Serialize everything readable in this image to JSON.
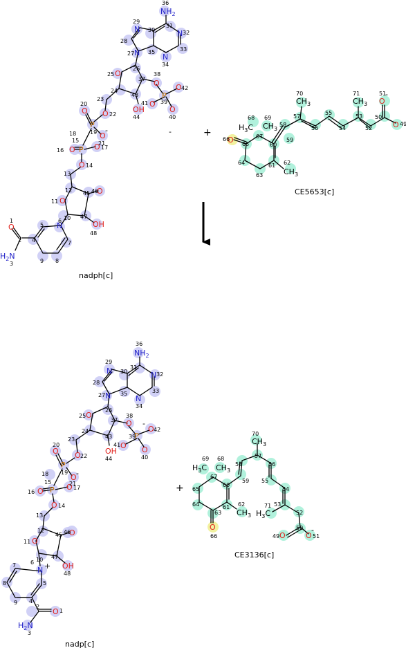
{
  "reaction": {
    "plus_symbol": "+",
    "arrow_direction": "down",
    "reactants": [
      {
        "label": "nadph[c]"
      },
      {
        "label": "CE5653[c]"
      }
    ],
    "products": [
      {
        "label": "nadp[c]"
      },
      {
        "label": "CE3136[c]"
      }
    ]
  },
  "highlight_colors": {
    "nad_atoms": "#c9c9f5",
    "retinoid_atoms": "#a8efd8",
    "ketone_oxygen": "#f2f2a0"
  },
  "element_colors": {
    "oxygen": "#e0201b",
    "nitrogen": "#2020c8",
    "phosphorus": "#d07800",
    "carbon": "#000000"
  },
  "charges": {
    "minus": "-",
    "plus": "+"
  },
  "atoms": {
    "N": "N",
    "O": "O",
    "P": "P",
    "H": "H",
    "NH2": "NH",
    "sub2": "2",
    "CH3": "CH",
    "sub3": "3",
    "H3C": "H",
    "C": "C",
    "OH": "OH",
    "H2N": "H",
    "N_of_H2N": "N"
  },
  "atom_numbers": {
    "n1": "1",
    "n2": "2",
    "n3": "3",
    "n4": "4",
    "n5": "5",
    "n6": "6",
    "n7": "7",
    "n8": "8",
    "n9": "9",
    "n10": "10",
    "n11": "11",
    "n12": "12",
    "n13": "13",
    "n14": "14",
    "n15": "15",
    "n16": "16",
    "n17": "17",
    "n18": "18",
    "n19": "19",
    "n20": "20",
    "n21": "21",
    "n22": "22",
    "n23": "23",
    "n24": "24",
    "n25": "25",
    "n26": "26",
    "n27": "27",
    "n28": "28",
    "n29": "29",
    "n30": "30",
    "n31": "31",
    "n32": "32",
    "n33": "33",
    "n34": "34",
    "n35": "35",
    "n36": "36",
    "n37": "37",
    "n38": "38",
    "n39": "39",
    "n40": "40",
    "n41": "41",
    "n42": "42",
    "n43": "43",
    "n44": "44",
    "n45": "45",
    "n46": "46",
    "n47": "47",
    "n48": "48",
    "n49": "49",
    "n50": "50",
    "n51": "51",
    "n52": "52",
    "n53": "53",
    "n54": "54",
    "n55": "55",
    "n56": "56",
    "n57": "57",
    "n58": "58",
    "n59": "59",
    "n60": "60",
    "n61": "61",
    "n62": "62",
    "n63": "63",
    "n64": "64",
    "n65": "65",
    "n66": "66",
    "n67": "67",
    "n68": "68",
    "n69": "69",
    "n70": "70",
    "n71": "71"
  }
}
